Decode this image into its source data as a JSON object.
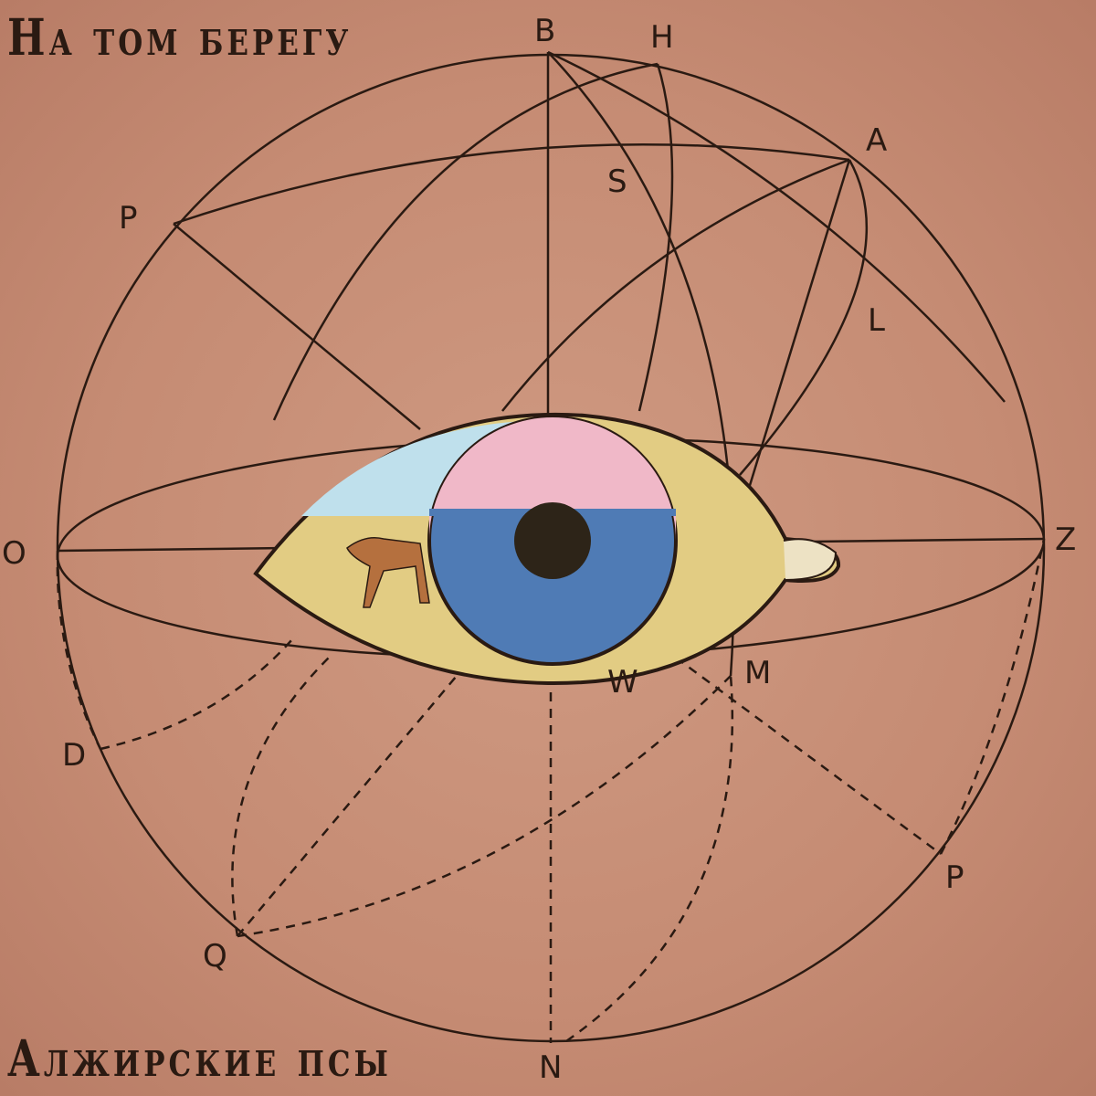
{
  "cover": {
    "title": "На том берегу",
    "artist": "Алжирские псы"
  },
  "diagram_labels": {
    "B": "B",
    "H": "H",
    "A": "A",
    "S": "S",
    "P_top": "P",
    "L": "L",
    "O": "O",
    "Z": "Z",
    "M": "M",
    "W": "W",
    "D": "D",
    "P_bottom": "P",
    "Q": "Q",
    "N": "N"
  },
  "colors": {
    "background": "#c58b73",
    "ink": "#2a1a12",
    "sky": "#bfe0ec",
    "sun_sky": "#f0b8c8",
    "sea": "#4f7bb5",
    "sand": "#e2cc83"
  }
}
